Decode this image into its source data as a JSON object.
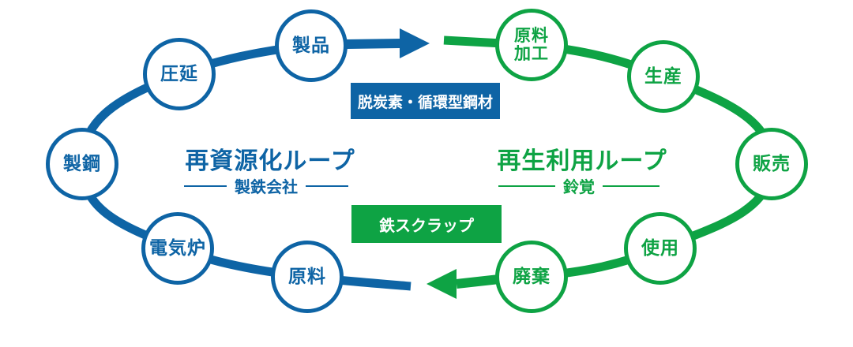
{
  "colors": {
    "blue": "#0e64a5",
    "green": "#0ea344"
  },
  "banners": {
    "top": "脱炭素・循環型鋼材",
    "bottom": "鉄スクラップ"
  },
  "left_loop": {
    "title": "再資源化ループ",
    "subtitle": "製鉄会社",
    "nodes": [
      {
        "label": "原料"
      },
      {
        "label": "電気炉"
      },
      {
        "label": "製鋼"
      },
      {
        "label": "圧延"
      },
      {
        "label": "製品"
      }
    ]
  },
  "right_loop": {
    "title": "再生利用ループ",
    "subtitle": "鈴覚",
    "nodes": [
      {
        "label": "原料加工",
        "line1": "原料",
        "line2": "加工"
      },
      {
        "label": "生産"
      },
      {
        "label": "販売"
      },
      {
        "label": "使用"
      },
      {
        "label": "廃棄"
      }
    ]
  }
}
